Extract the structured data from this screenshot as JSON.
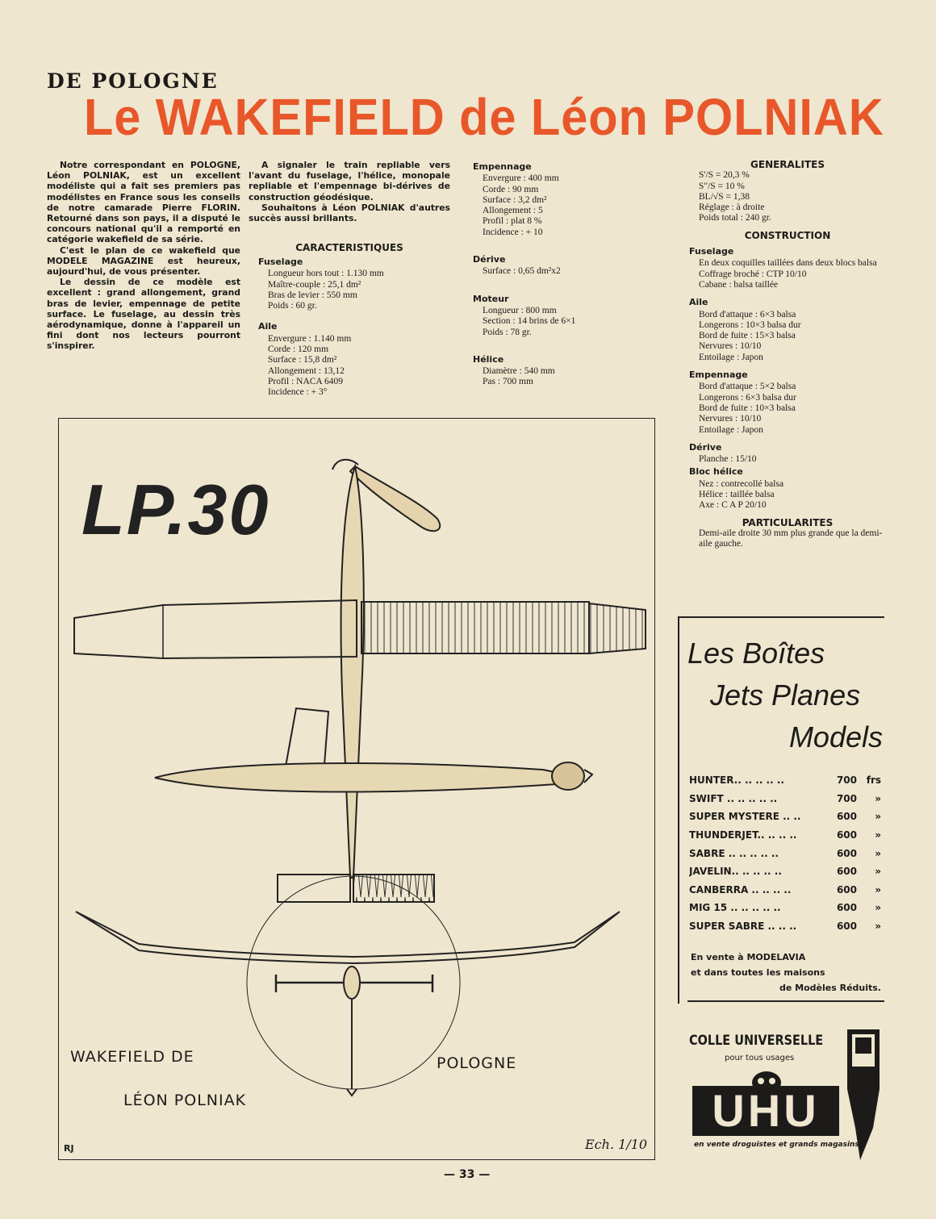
{
  "header": {
    "kicker": "DE POLOGNE",
    "headline": "Le WAKEFIELD de Léon POLNIAK"
  },
  "intro": {
    "paragraphs": [
      "Notre correspondant en POLOGNE, Léon POLNIAK, est un excellent modéliste qui a fait ses premiers pas modélistes en France sous les conseils de notre camarade Pierre FLORIN. Retourné dans son pays, il a disputé le concours national qu'il a remporté en catégorie wakefield de sa série.",
      "C'est le plan de ce wakefield que MODELE MAGAZINE est heureux, aujourd'hui, de vous présenter.",
      "Le dessin de ce modèle est excellent : grand allongement, grand bras de levier, empennage de petite surface. Le fuselage, au dessin très aérodynamique, donne à l'appareil un fini dont nos lecteurs pourront s'inspirer.",
      "A signaler le train repliable vers l'avant du fuselage, l'hélice, monopale repliable et l'empennage bi-dérives de construction géodésique.",
      "Souhaitons à Léon POLNIAK d'autres succès aussi brillants."
    ]
  },
  "caracteristiques": {
    "title": "CARACTERISTIQUES",
    "fuselage": {
      "heading": "Fuselage",
      "lines": [
        "Longueur hors tout : 1.130 mm",
        "Maître-couple : 25,1 dm²",
        "Bras de levier : 550 mm",
        "Poids : 60 gr."
      ]
    },
    "aile": {
      "heading": "Aile",
      "lines": [
        "Envergure : 1.140 mm",
        "Corde : 120 mm",
        "Surface : 15,8 dm²",
        "Allongement : 13,12",
        "Profil : NACA 6409",
        "Incidence : + 3°"
      ]
    },
    "empennage": {
      "heading": "Empennage",
      "lines": [
        "Envergure : 400 mm",
        "Corde : 90 mm",
        "Surface : 3,2 dm²",
        "Allongement : 5",
        "Profil : plat 8 %",
        "Incidence : + 10"
      ]
    },
    "derive": {
      "heading": "Dérive",
      "lines": [
        "Surface : 0,65 dm²x2"
      ]
    },
    "moteur": {
      "heading": "Moteur",
      "lines": [
        "Longueur : 800 mm",
        "Section : 14 brins de 6×1",
        "Poids : 78 gr."
      ]
    },
    "helice": {
      "heading": "Hélice",
      "lines": [
        "Diamètre : 540 mm",
        "Pas : 700 mm"
      ]
    }
  },
  "generalites": {
    "title": "GENERALITES",
    "lines": [
      "S'/S = 20,3 %",
      "S\"/S = 10 %",
      "BL/√S = 1,38",
      "Réglage : à droite",
      "Poids total : 240 gr."
    ]
  },
  "construction": {
    "title": "CONSTRUCTION",
    "fuselage": {
      "heading": "Fuselage",
      "lines": [
        "En deux coquilles taillées dans deux blocs balsa",
        "Coffrage broché : CTP 10/10",
        "Cabane : balsa taillée"
      ]
    },
    "aile": {
      "heading": "Aile",
      "lines": [
        "Bord d'attaque : 6×3 balsa",
        "Longerons : 10×3 balsa dur",
        "Bord de fuite : 15×3 balsa",
        "Nervures : 10/10",
        "Entoilage : Japon"
      ]
    },
    "empennage": {
      "heading": "Empennage",
      "lines": [
        "Bord d'attaque : 5×2 balsa",
        "Longerons : 6×3 balsa dur",
        "Bord de fuite : 10×3 balsa",
        "Nervures : 10/10",
        "Entoilage : Japon"
      ]
    },
    "derive": {
      "heading": "Dérive",
      "lines": [
        "Planche : 15/10"
      ]
    },
    "bloc_helice": {
      "heading": "Bloc hélice",
      "lines": [
        "Nez : contrecollé balsa",
        "Hélice : taillée balsa",
        "Axe : C A P 20/10"
      ]
    }
  },
  "particularites": {
    "title": "PARTICULARITES",
    "text": "Demi-aile droite 30 mm plus grande que la demi-aile gauche."
  },
  "drawing": {
    "model_name": "LP.30",
    "label_left_1": "WAKEFIELD DE",
    "label_left_2": "LÉON POLNIAK",
    "label_right": "POLOGNE",
    "initials": "RJ",
    "scale": "Ech. 1/10"
  },
  "ad_jetplanes": {
    "title_lines": [
      "Les Boîtes",
      "Jets Planes",
      "Models"
    ],
    "items": [
      {
        "name": "HUNTER.. .. .. .. ..",
        "price": "700",
        "unit": "frs"
      },
      {
        "name": "SWIFT .. .. .. .. ..",
        "price": "700",
        "unit": "»"
      },
      {
        "name": "SUPER MYSTERE .. ..",
        "price": "600",
        "unit": "»"
      },
      {
        "name": "THUNDERJET.. .. .. ..",
        "price": "600",
        "unit": "»"
      },
      {
        "name": "SABRE .. .. .. .. ..",
        "price": "600",
        "unit": "»"
      },
      {
        "name": "JAVELIN.. .. .. .. ..",
        "price": "600",
        "unit": "»"
      },
      {
        "name": "CANBERRA .. .. .. ..",
        "price": "600",
        "unit": "»"
      },
      {
        "name": "MIG 15 .. .. .. .. ..",
        "price": "600",
        "unit": "»"
      },
      {
        "name": "SUPER SABRE .. .. ..",
        "price": "600",
        "unit": "»"
      }
    ],
    "footer_1": "En vente à MODELAVIA",
    "footer_2": "et dans toutes les maisons",
    "footer_3": "de Modèles Réduits."
  },
  "ad_uhu": {
    "headline": "COLLE UNIVERSELLE",
    "subline": "pour tous usages",
    "brand": "UHU",
    "footer": "en vente droguistes et grands magasins"
  },
  "page_number": "— 33 —"
}
